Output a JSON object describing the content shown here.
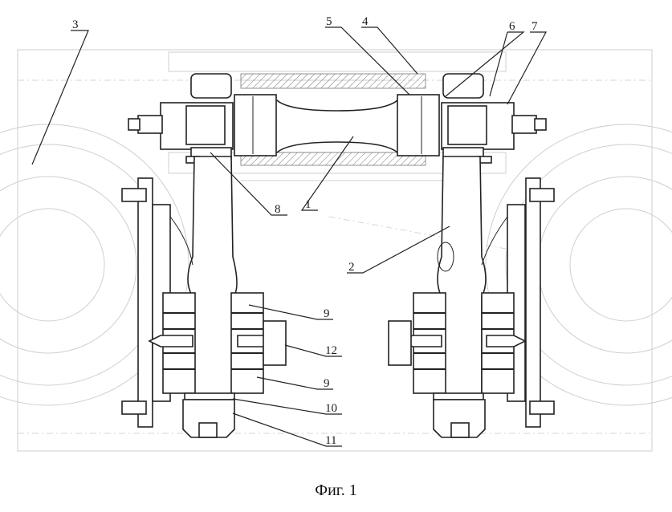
{
  "figure": {
    "caption": "Фиг. 1",
    "callouts": [
      {
        "id": "c1",
        "text": "1"
      },
      {
        "id": "c2",
        "text": "2"
      },
      {
        "id": "c3",
        "text": "3"
      },
      {
        "id": "c4",
        "text": "4"
      },
      {
        "id": "c5",
        "text": "5"
      },
      {
        "id": "c6",
        "text": "6"
      },
      {
        "id": "c7",
        "text": "7"
      },
      {
        "id": "c8",
        "text": "8"
      },
      {
        "id": "c9a",
        "text": "9"
      },
      {
        "id": "c9b",
        "text": "9"
      },
      {
        "id": "c10",
        "text": "10"
      },
      {
        "id": "c11",
        "text": "11"
      },
      {
        "id": "c12",
        "text": "12"
      }
    ]
  },
  "colors": {
    "line": "#222222",
    "background_line": "#cfcfcf",
    "hatch": "#444444"
  }
}
